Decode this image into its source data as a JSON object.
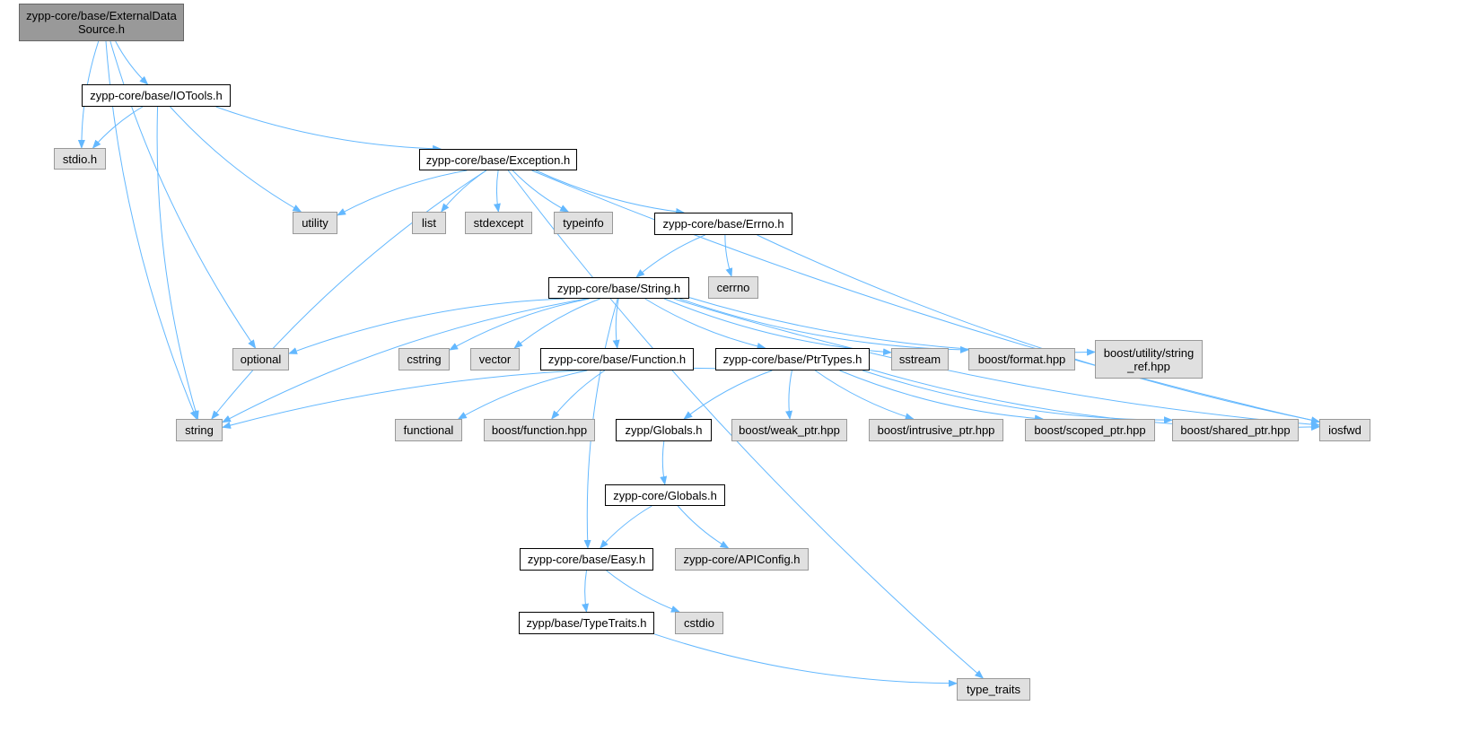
{
  "colors": {
    "edge": "#63b8ff",
    "current_fill": "#999999",
    "project_fill": "#ffffff",
    "system_fill": "#e0e0e0"
  },
  "nodes": {
    "externaldatasource": {
      "label": "zypp-core/base/ExternalData\nSource.h",
      "kind": "current"
    },
    "iotools": {
      "label": "zypp-core/base/IOTools.h",
      "kind": "project"
    },
    "stdio": {
      "label": "stdio.h",
      "kind": "system"
    },
    "exception": {
      "label": "zypp-core/base/Exception.h",
      "kind": "project"
    },
    "utility": {
      "label": "utility",
      "kind": "system"
    },
    "list": {
      "label": "list",
      "kind": "system"
    },
    "stdexcept": {
      "label": "stdexcept",
      "kind": "system"
    },
    "typeinfo": {
      "label": "typeinfo",
      "kind": "system"
    },
    "errno": {
      "label": "zypp-core/base/Errno.h",
      "kind": "project"
    },
    "cerrno": {
      "label": "cerrno",
      "kind": "system"
    },
    "string_h": {
      "label": "zypp-core/base/String.h",
      "kind": "project"
    },
    "optional": {
      "label": "optional",
      "kind": "system"
    },
    "cstring": {
      "label": "cstring",
      "kind": "system"
    },
    "vector": {
      "label": "vector",
      "kind": "system"
    },
    "function_h": {
      "label": "zypp-core/base/Function.h",
      "kind": "project"
    },
    "ptrtypes": {
      "label": "zypp-core/base/PtrTypes.h",
      "kind": "project"
    },
    "sstream": {
      "label": "sstream",
      "kind": "system"
    },
    "boost_format": {
      "label": "boost/format.hpp",
      "kind": "system"
    },
    "boost_string_ref": {
      "label": "boost/utility/string\n_ref.hpp",
      "kind": "system"
    },
    "string": {
      "label": "string",
      "kind": "system"
    },
    "functional": {
      "label": "functional",
      "kind": "system"
    },
    "boost_function": {
      "label": "boost/function.hpp",
      "kind": "system"
    },
    "zypp_globals": {
      "label": "zypp/Globals.h",
      "kind": "project"
    },
    "boost_weak_ptr": {
      "label": "boost/weak_ptr.hpp",
      "kind": "system"
    },
    "boost_intrusive_ptr": {
      "label": "boost/intrusive_ptr.hpp",
      "kind": "system"
    },
    "boost_scoped_ptr": {
      "label": "boost/scoped_ptr.hpp",
      "kind": "system"
    },
    "boost_shared_ptr": {
      "label": "boost/shared_ptr.hpp",
      "kind": "system"
    },
    "iosfwd": {
      "label": "iosfwd",
      "kind": "system"
    },
    "core_globals": {
      "label": "zypp-core/Globals.h",
      "kind": "project"
    },
    "easy": {
      "label": "zypp-core/base/Easy.h",
      "kind": "project"
    },
    "apiconfig": {
      "label": "zypp-core/APIConfig.h",
      "kind": "system"
    },
    "typetraits_h": {
      "label": "zypp/base/TypeTraits.h",
      "kind": "project"
    },
    "cstdio": {
      "label": "cstdio",
      "kind": "system"
    },
    "type_traits": {
      "label": "type_traits",
      "kind": "system"
    }
  },
  "edges": [
    [
      "externaldatasource",
      "iotools"
    ],
    [
      "externaldatasource",
      "stdio"
    ],
    [
      "externaldatasource",
      "string"
    ],
    [
      "externaldatasource",
      "optional"
    ],
    [
      "iotools",
      "stdio"
    ],
    [
      "iotools",
      "string"
    ],
    [
      "iotools",
      "utility"
    ],
    [
      "iotools",
      "exception"
    ],
    [
      "exception",
      "utility"
    ],
    [
      "exception",
      "list"
    ],
    [
      "exception",
      "stdexcept"
    ],
    [
      "exception",
      "typeinfo"
    ],
    [
      "exception",
      "errno"
    ],
    [
      "exception",
      "string"
    ],
    [
      "exception",
      "iosfwd"
    ],
    [
      "exception",
      "type_traits"
    ],
    [
      "errno",
      "string_h"
    ],
    [
      "errno",
      "cerrno"
    ],
    [
      "errno",
      "iosfwd"
    ],
    [
      "string_h",
      "optional"
    ],
    [
      "string_h",
      "string"
    ],
    [
      "string_h",
      "cstring"
    ],
    [
      "string_h",
      "vector"
    ],
    [
      "string_h",
      "function_h"
    ],
    [
      "string_h",
      "ptrtypes"
    ],
    [
      "string_h",
      "sstream"
    ],
    [
      "string_h",
      "boost_format"
    ],
    [
      "string_h",
      "boost_string_ref"
    ],
    [
      "string_h",
      "iosfwd"
    ],
    [
      "string_h",
      "easy"
    ],
    [
      "function_h",
      "functional"
    ],
    [
      "function_h",
      "boost_function"
    ],
    [
      "ptrtypes",
      "string"
    ],
    [
      "ptrtypes",
      "zypp_globals"
    ],
    [
      "ptrtypes",
      "boost_weak_ptr"
    ],
    [
      "ptrtypes",
      "boost_intrusive_ptr"
    ],
    [
      "ptrtypes",
      "boost_scoped_ptr"
    ],
    [
      "ptrtypes",
      "boost_shared_ptr"
    ],
    [
      "ptrtypes",
      "iosfwd"
    ],
    [
      "zypp_globals",
      "core_globals"
    ],
    [
      "core_globals",
      "easy"
    ],
    [
      "core_globals",
      "apiconfig"
    ],
    [
      "easy",
      "typetraits_h"
    ],
    [
      "easy",
      "cstdio"
    ],
    [
      "typetraits_h",
      "type_traits"
    ]
  ]
}
